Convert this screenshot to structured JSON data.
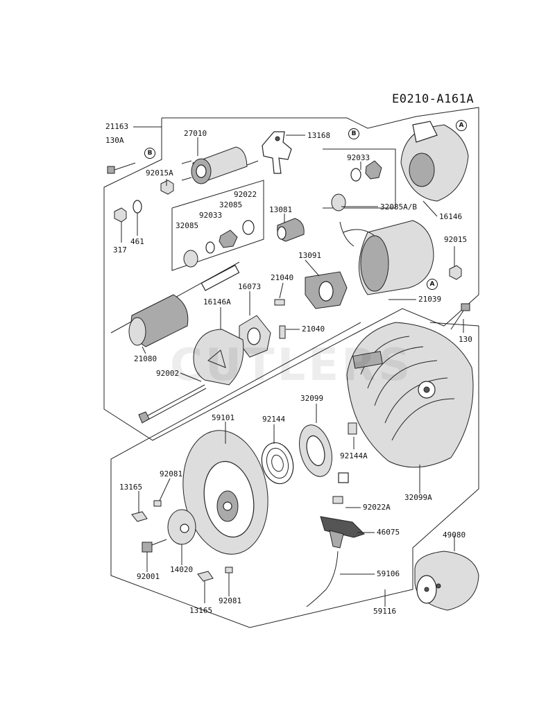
{
  "diagram_code": "E0210-A161A",
  "watermark": "CUTLERS",
  "ref_markers": {
    "a": "A",
    "b": "B"
  },
  "labels": {
    "p21163": "21163",
    "p130a": "130A",
    "p27010": "27010",
    "p13168": "13168",
    "p92015a": "92015A",
    "p92033_top": "92033",
    "p92022_top": "92022",
    "p32085_top": "32085",
    "p92033_mid": "92033",
    "p32085_mid": "32085",
    "p13081": "13081",
    "p32085ab": "32085A/B",
    "p16146": "16146",
    "p317": "317",
    "p461": "461",
    "p92015": "92015",
    "p13091": "13091",
    "p21040_top": "21040",
    "p16073": "16073",
    "p16146a": "16146A",
    "p21039": "21039",
    "p21040_bot": "21040",
    "p130": "130",
    "p21080": "21080",
    "p92002": "92002",
    "p32099": "32099",
    "p59101": "59101",
    "p92144": "92144",
    "p92144a": "92144A",
    "p92081_top": "92081",
    "p13165_top": "13165",
    "p92022a": "92022A",
    "p32099a": "32099A",
    "p46075": "46075",
    "p49080": "49080",
    "p92001": "92001",
    "p14020": "14020",
    "p59106": "59106",
    "p92081_bot": "92081",
    "p13165_bot": "13165",
    "p59116": "59116"
  }
}
